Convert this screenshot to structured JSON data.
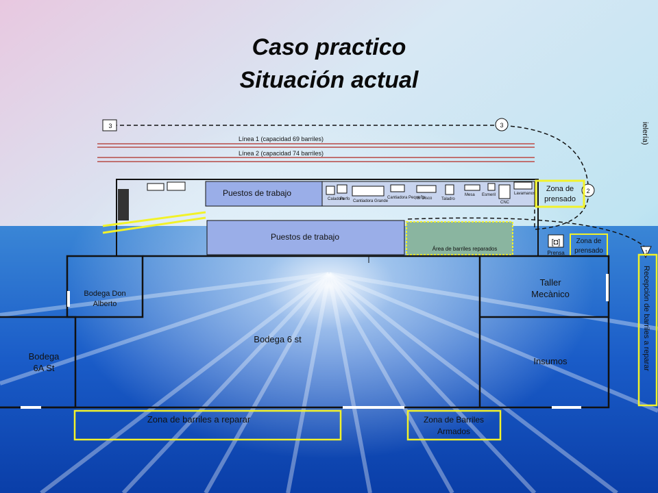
{
  "slide": {
    "title_line1": "Caso practico",
    "title_line2": "Situación actual"
  },
  "plan": {
    "line1": "Línea 1 (capacidad 69 barriles)",
    "line2": "Línea 2 (capacidad 74 barriles)",
    "puestos_top": "Puestos de trabajo",
    "puestos_bottom": "Puestos de trabajo",
    "stations": [
      "Caladora",
      "Perfo",
      "Cantiadora Grande",
      "Cantiadora Pequeña",
      "S. Disco",
      "Taladro",
      "Mesa",
      "Esmeril",
      "CNC",
      "Lavamanos"
    ],
    "zona_prensado_1a": "Zona de",
    "zona_prensado_1b": "prensado",
    "zona_prensado_2a": "Zona de",
    "zona_prensado_2b": "prensado",
    "prensa": "Prensa",
    "area_reparados": "Área de barriles reparados",
    "bodega_don_alberto_a": "Bodega Don",
    "bodega_don_alberto_b": "Alberto",
    "bodega_6st": "Bodega 6 st",
    "bodega_6a_a": "Bodega",
    "bodega_6a_b": "6A St",
    "taller_a": "Taller",
    "taller_b": "Mecànico",
    "insumos": "Insumos",
    "zona_reparar": "Zona de barriles a reparar",
    "zona_armados_a": "Zona de Barriles",
    "zona_armados_b": "Armados",
    "recepcion": "Recepción de barriles a reparar",
    "ieleria": "ielería)",
    "markers": [
      "1",
      "2",
      "3",
      "1",
      "2",
      "3"
    ]
  },
  "colors": {
    "yellow": "#f2f22a",
    "blue_box": "#9aaee8",
    "green_area": "#8ab5a0",
    "line_red": "#c07070"
  }
}
